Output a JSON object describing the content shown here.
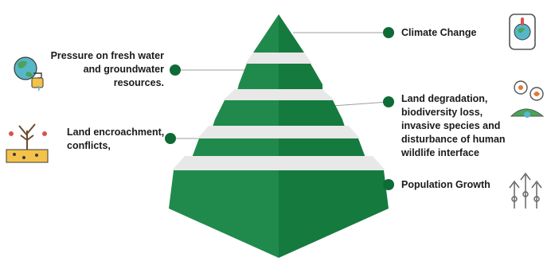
{
  "colors": {
    "tier_light": "#1f8a4c",
    "tier_dark": "#157a3e",
    "band": "#e8e8e8",
    "connector": "#9e9e9e",
    "dot": "#0f6b36"
  },
  "labels": {
    "climate_change": "Climate Change",
    "land_degradation": "Land degradation,\nbiodiversity loss,\ninvasive species  and\ndisturbance of human\nwildlife interface",
    "population_growth": "Population Growth",
    "fresh_water": "Pressure on fresh water\nand groundwater\nresources.",
    "land_encroachment": "Land encroachment,\nconflicts,"
  },
  "icons": {
    "climate_change": "thermometer-globe-icon",
    "land_degradation": "biodiversity-globe-icon",
    "population_growth": "people-growth-arrows-icon",
    "fresh_water": "globe-water-tap-icon",
    "land_encroachment": "dry-tree-icon"
  }
}
